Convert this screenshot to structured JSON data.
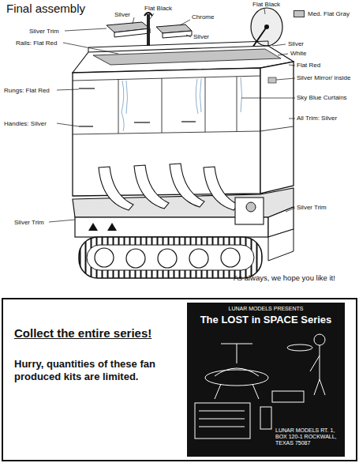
{
  "diagram": {
    "title": "Final assembly",
    "nodes": [
      {
        "text": [
          "Collect the entire series!",
          "Hurry, quantities of these fan produced kits are limited."
        ]
      },
      {
        "text": [
          "LUNAR MODELS PRESENTS",
          "The LOST in SPACE Series",
          "LUNAR MODELS RT. 1, BOX 120-1 ROCKWALL, TEXAS 75087"
        ],
        "in": 0
      }
    ],
    "labels": [
      "Silver",
      "Flat Black",
      "Chrome",
      "Flat Black",
      "Silver Trim",
      "Silver",
      "Rails: Flat Red",
      "Silver",
      "White",
      "Flat Red",
      "Silver Mirror/ inside",
      "Rungs: Flat Red",
      "Sky Blue Curtains",
      "All Trim: Silver",
      "Handles: Silver",
      "Silver Trim",
      "Silver Trim",
      "As always, we hope you like it!"
    ],
    "legend": [
      {
        "text": "Med. Flat Gray",
        "color": "#c4c4c4"
      }
    ]
  }
}
